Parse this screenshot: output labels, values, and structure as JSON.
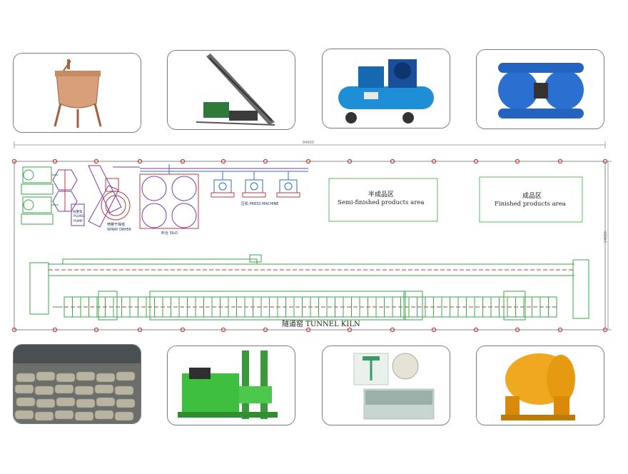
{
  "top_photos": [
    {
      "name": "mixing-tank-photo"
    },
    {
      "name": "belt-conveyor-photo"
    },
    {
      "name": "air-compressor-photo"
    },
    {
      "name": "diaphragm-pump-photo"
    }
  ],
  "bottom_photos": [
    {
      "name": "raw-material-bags-photo"
    },
    {
      "name": "hydraulic-press-photo"
    },
    {
      "name": "plunger-pump-parts-photo"
    },
    {
      "name": "ball-mill-photo"
    }
  ],
  "plan": {
    "dimension_width": "84000",
    "dimension_height": "24000",
    "semi_finished_cn": "半成品区",
    "semi_finished_en": "Semi-finished products area",
    "finished_cn": "成品区",
    "finished_en": "Finished products area",
    "tunnel_kiln": "隧道窑 TUNNEL KILN",
    "spray_dryer_cn": "喷雾干燥塔",
    "spray_dryer_en": "SPRAY DRYER",
    "silo_label": "料仓 SILO",
    "press_label": "压机 PRESS MACHINE",
    "plunge_pump_cn": "柱塞泵",
    "plunge_pump_en1": "PLUNG",
    "plunge_pump_en2": "PUMP"
  },
  "colors": {
    "kiln_green": "#3aa34a",
    "structure_red": "#c23a3a",
    "pipe_purple": "#7d3aa6",
    "equipment_blue": "#2a6cc9",
    "area_box_green": "#5cb85c",
    "dimension_gray": "#8a8a8a"
  }
}
